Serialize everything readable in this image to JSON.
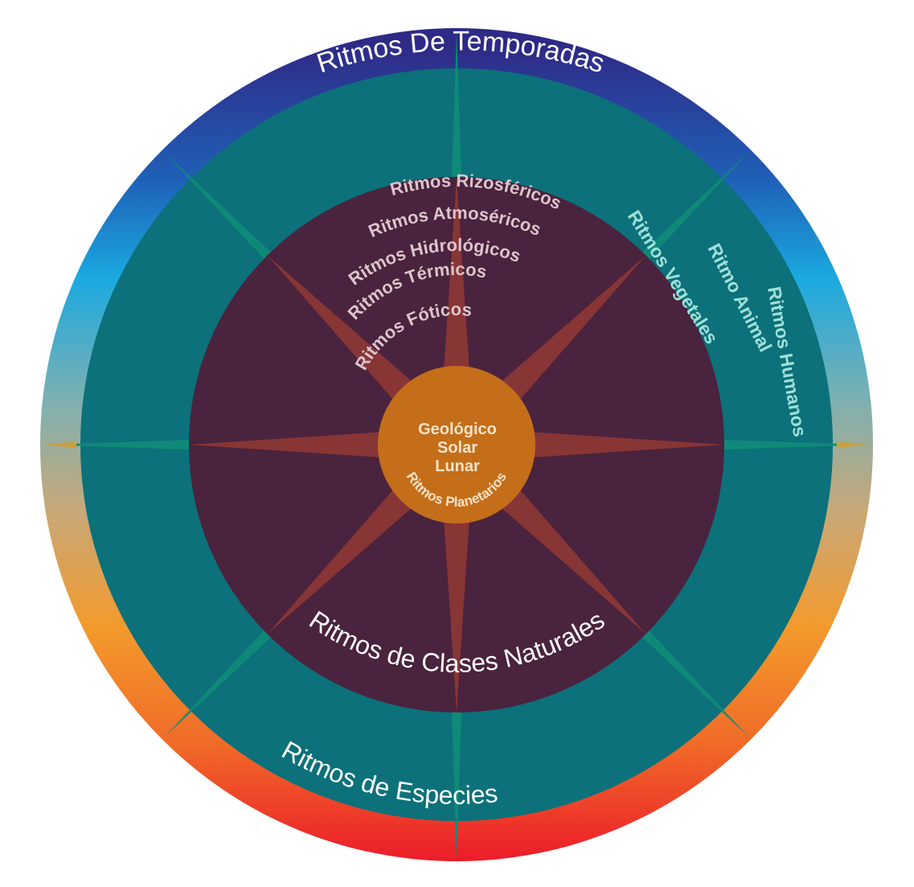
{
  "diagram": {
    "outer_ring": {
      "top_label": "Ritmos De Temporadas",
      "colors": [
        "#2f2a86",
        "#1f5fb7",
        "#1aa9e0",
        "#7fb0b0",
        "#c8a878",
        "#f39a2c",
        "#f06a28",
        "#ec1c2a"
      ]
    },
    "species_ring": {
      "label": "Ritmos de Especies",
      "right_labels": [
        "Ritmos Vegetales",
        "Ritmo Animal",
        "Ritmos Humanos"
      ],
      "color": "#0c717a"
    },
    "classes_ring": {
      "label": "Ritmos de Clases Naturales",
      "arc_labels": [
        "Ritmos Fóticos",
        "Ritmos Térmicos",
        "Ritmos Hidrológicos",
        "Ritmos Atmoséricos",
        "Ritmos Rizosféricos"
      ],
      "color": "#4a233e"
    },
    "center": {
      "lines": [
        "Geológico",
        "Solar",
        "Lunar"
      ],
      "label": "Ritmos Planetarios",
      "color": "#c46e1a"
    },
    "star_colors": {
      "inner": "#873535",
      "outer": "#0f8a78",
      "tips": "#c8a040"
    }
  }
}
